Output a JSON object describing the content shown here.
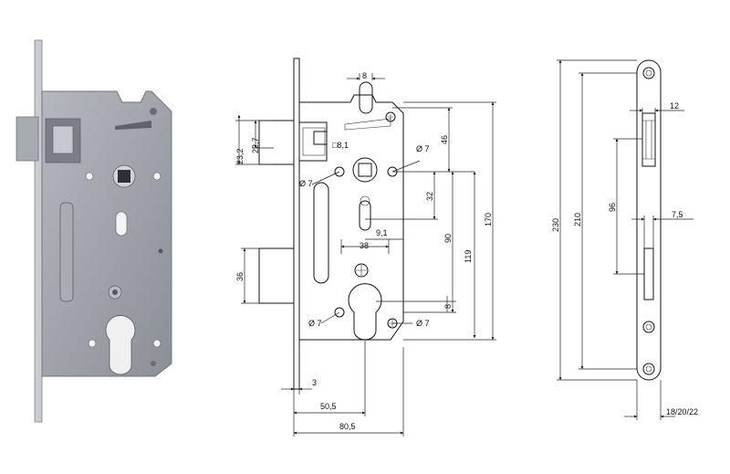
{
  "colors": {
    "photo_plate": "#9ca0a6",
    "photo_edge": "#c7cacd",
    "photo_shadow": "#6f7378",
    "line": "#111111"
  },
  "front_view": {
    "dims": {
      "d_8": "8",
      "d_23_2": "23,2",
      "d_22_7": "22,7",
      "d_8_1": "□8,1",
      "d_phi7_tr": "Ø 7",
      "d_phi7_left": "Ø 7",
      "d_46": "46",
      "d_32": "32",
      "d_9_1": "9,1",
      "d_38": "38",
      "d_90": "90",
      "d_119": "119",
      "d_170": "170",
      "d_36": "36",
      "d_8_low": "8",
      "d_phi7_bl": "Ø 7",
      "d_phi7_br": "Ø 7",
      "d_3": "3",
      "d_50_5": "50,5",
      "d_80_5": "80,5"
    }
  },
  "faceplate_view": {
    "dims": {
      "d_230": "230",
      "d_210": "210",
      "d_96": "96",
      "d_12": "12",
      "d_7_5": "7,5",
      "d_18_20_22": "18/20/22"
    }
  }
}
